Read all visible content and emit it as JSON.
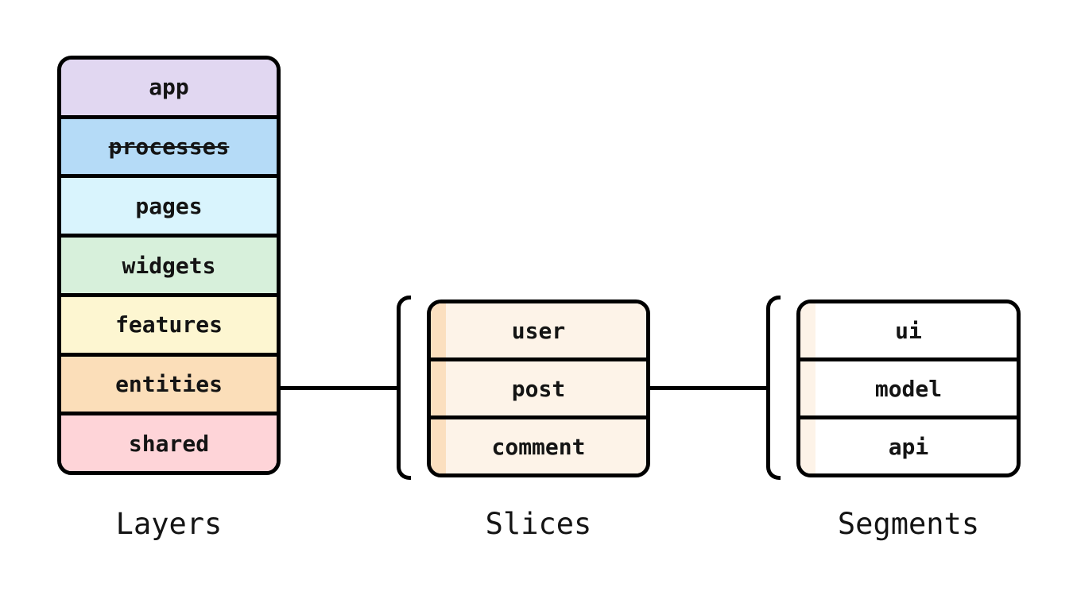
{
  "diagram": {
    "title_implicit": "Feature-Sliced Design structure",
    "colors": {
      "border": "#000000",
      "background": "#ffffff",
      "text": "#141414"
    },
    "groups": [
      {
        "id": "layers",
        "label": "Layers",
        "items": [
          {
            "label": "app",
            "bg": "#e1d7f1"
          },
          {
            "label": "processes",
            "bg": "#b5dbf7",
            "decoration": "line-through"
          },
          {
            "label": "pages",
            "bg": "#d9f4fd"
          },
          {
            "label": "widgets",
            "bg": "#d7f0db"
          },
          {
            "label": "features",
            "bg": "#fdf6d1"
          },
          {
            "label": "entities",
            "bg": "#fbdeb9"
          },
          {
            "label": "shared",
            "bg": "#fed4d8"
          }
        ]
      },
      {
        "id": "slices",
        "label": "Slices",
        "bracket": true,
        "row_bg": "#fdf3e8",
        "stripe": "#fbdfbf",
        "items": [
          {
            "label": "user"
          },
          {
            "label": "post"
          },
          {
            "label": "comment"
          }
        ]
      },
      {
        "id": "segments",
        "label": "Segments",
        "bracket": true,
        "row_bg": "#ffffff",
        "stripe": "#fdf3e8",
        "items": [
          {
            "label": "ui"
          },
          {
            "label": "model"
          },
          {
            "label": "api"
          }
        ]
      }
    ],
    "connections": [
      {
        "from": "layers:entities",
        "to": "slices"
      },
      {
        "from": "slices:post",
        "to": "segments"
      }
    ]
  }
}
